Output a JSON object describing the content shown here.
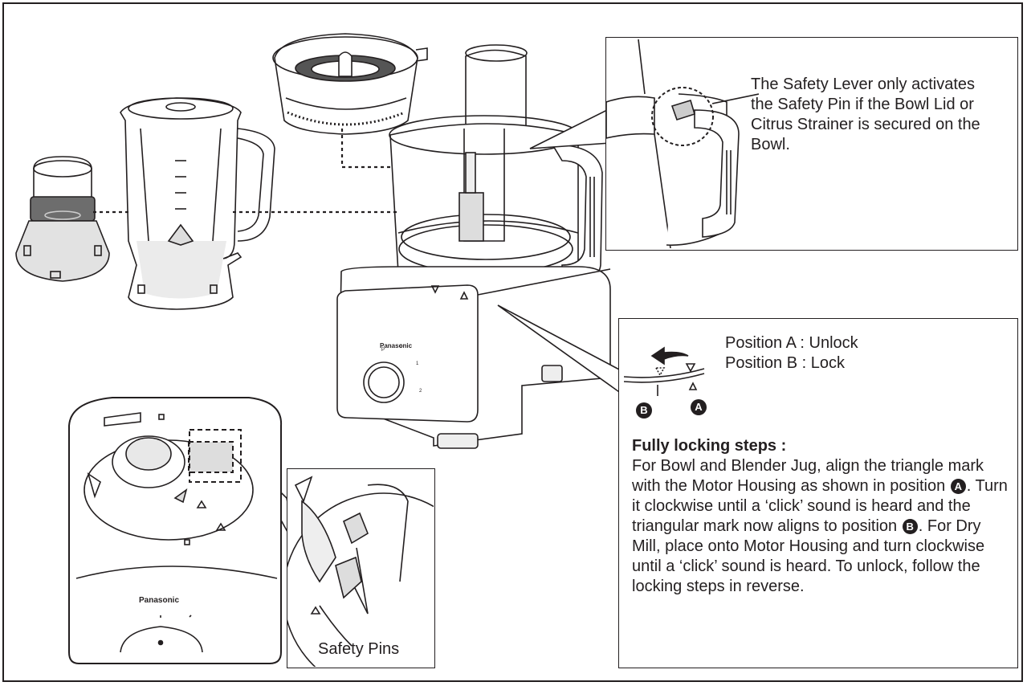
{
  "safety_lever_note": "The Safety Lever only activates the Safety Pin if the Bowl Lid or Citrus Strainer is secured on the Bowl.",
  "positions": {
    "a": "Position A : Unlock",
    "b": "Position B : Lock",
    "marker_a": "A",
    "marker_b": "B"
  },
  "locking": {
    "heading": "Fully locking steps :",
    "part1": "For Bowl and Blender Jug, align the triangle mark with the Motor Housing as shown in position",
    "part2": ". Turn it clockwise until a ‘click’ sound is heard and the triangular mark now aligns to position",
    "part3": ". For Dry Mill, place onto Motor Housing and turn clockwise until a ‘click’ sound is heard. To unlock, follow the locking steps in reverse."
  },
  "safety_pins_label": "Safety Pins",
  "brand_label": "Panasonic",
  "dial": {
    "marks_top": [
      "P",
      "0",
      "1",
      "2"
    ]
  }
}
